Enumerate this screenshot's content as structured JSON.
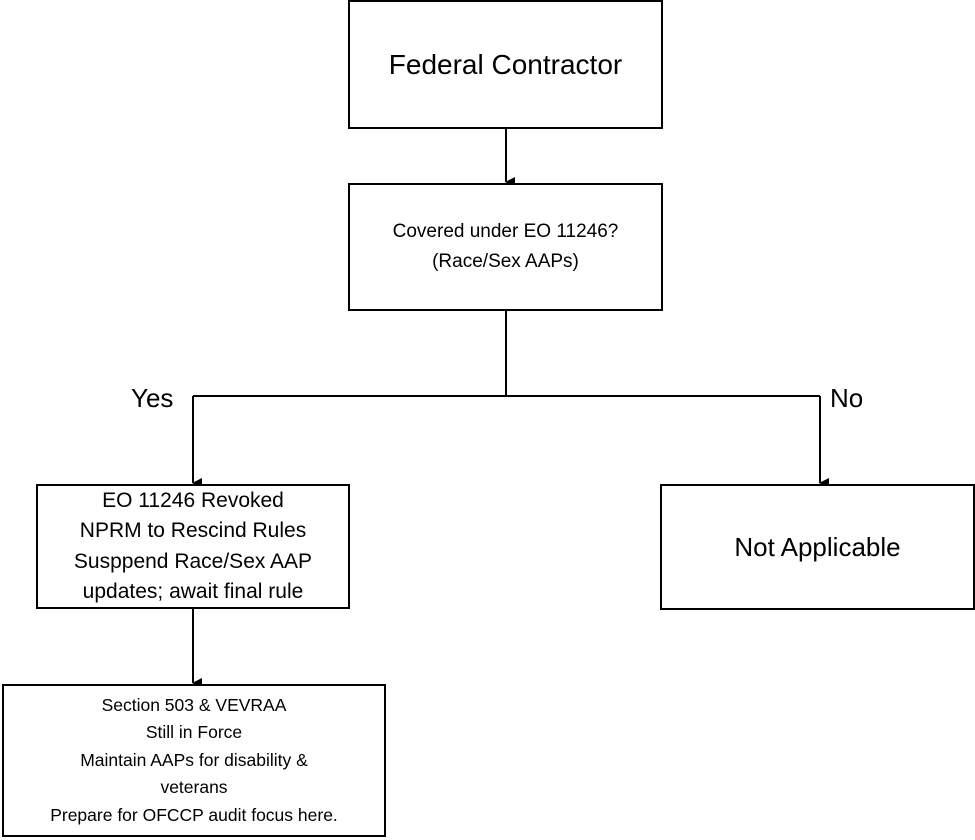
{
  "nodes": {
    "federal_contractor": {
      "lines": [
        "Federal Contractor"
      ]
    },
    "covered_question": {
      "lines": [
        "Covered under EO 11246?",
        "(Race/Sex AAPs)"
      ]
    },
    "eo_revoked": {
      "lines": [
        "EO 11246 Revoked",
        "NPRM to Rescind Rules",
        "Susppend Race/Sex AAP",
        "updates; await final rule"
      ]
    },
    "not_applicable": {
      "lines": [
        "Not Applicable"
      ]
    },
    "section_503": {
      "lines": [
        "Section 503 & VEVRAA",
        "Still in Force",
        "Maintain AAPs for disability &",
        "veterans",
        "Prepare for OFCCP audit focus here."
      ]
    }
  },
  "edges": {
    "yes_label": "Yes",
    "no_label": "No"
  },
  "colors": {
    "stroke": "#000000",
    "fill": "#ffffff"
  }
}
